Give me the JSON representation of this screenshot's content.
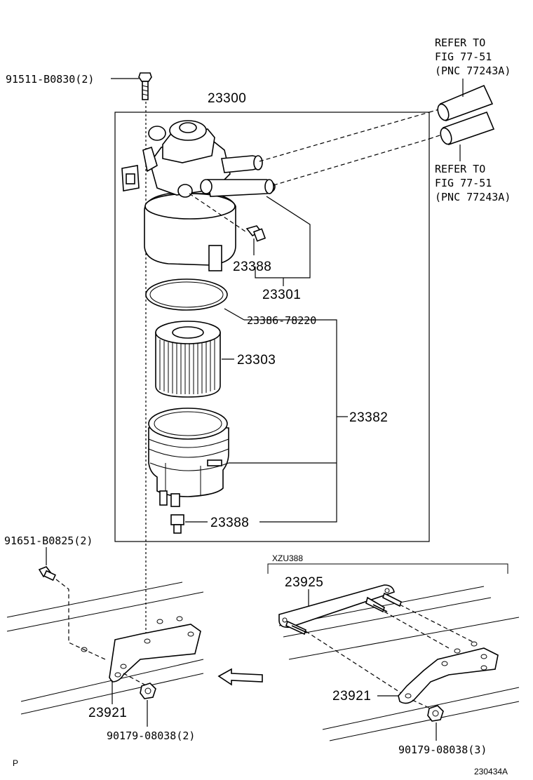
{
  "labels": {
    "bolt_top": "91511-B0830(2)",
    "assembly": "23300",
    "refer1_l1": "REFER TO",
    "refer1_l2": "FIG 77-51",
    "refer1_l3": "(PNC 77243A)",
    "refer2_l1": "REFER TO",
    "refer2_l2": "FIG 77-51",
    "refer2_l3": "(PNC 77243A)",
    "plug_upper": "23388",
    "head": "23301",
    "oring": "23386-78220",
    "element": "23303",
    "case": "23382",
    "plug_lower": "23388",
    "bolt_left": "91651-B0825(2)",
    "variant": "XZU388",
    "bracket_variant": "23925",
    "bracket_left": "23921",
    "bracket_right": "23921",
    "nut_left": "90179-08038(2)",
    "nut_right": "90179-08038(3)",
    "corner_mark": "P",
    "figure_id": "230434A"
  }
}
